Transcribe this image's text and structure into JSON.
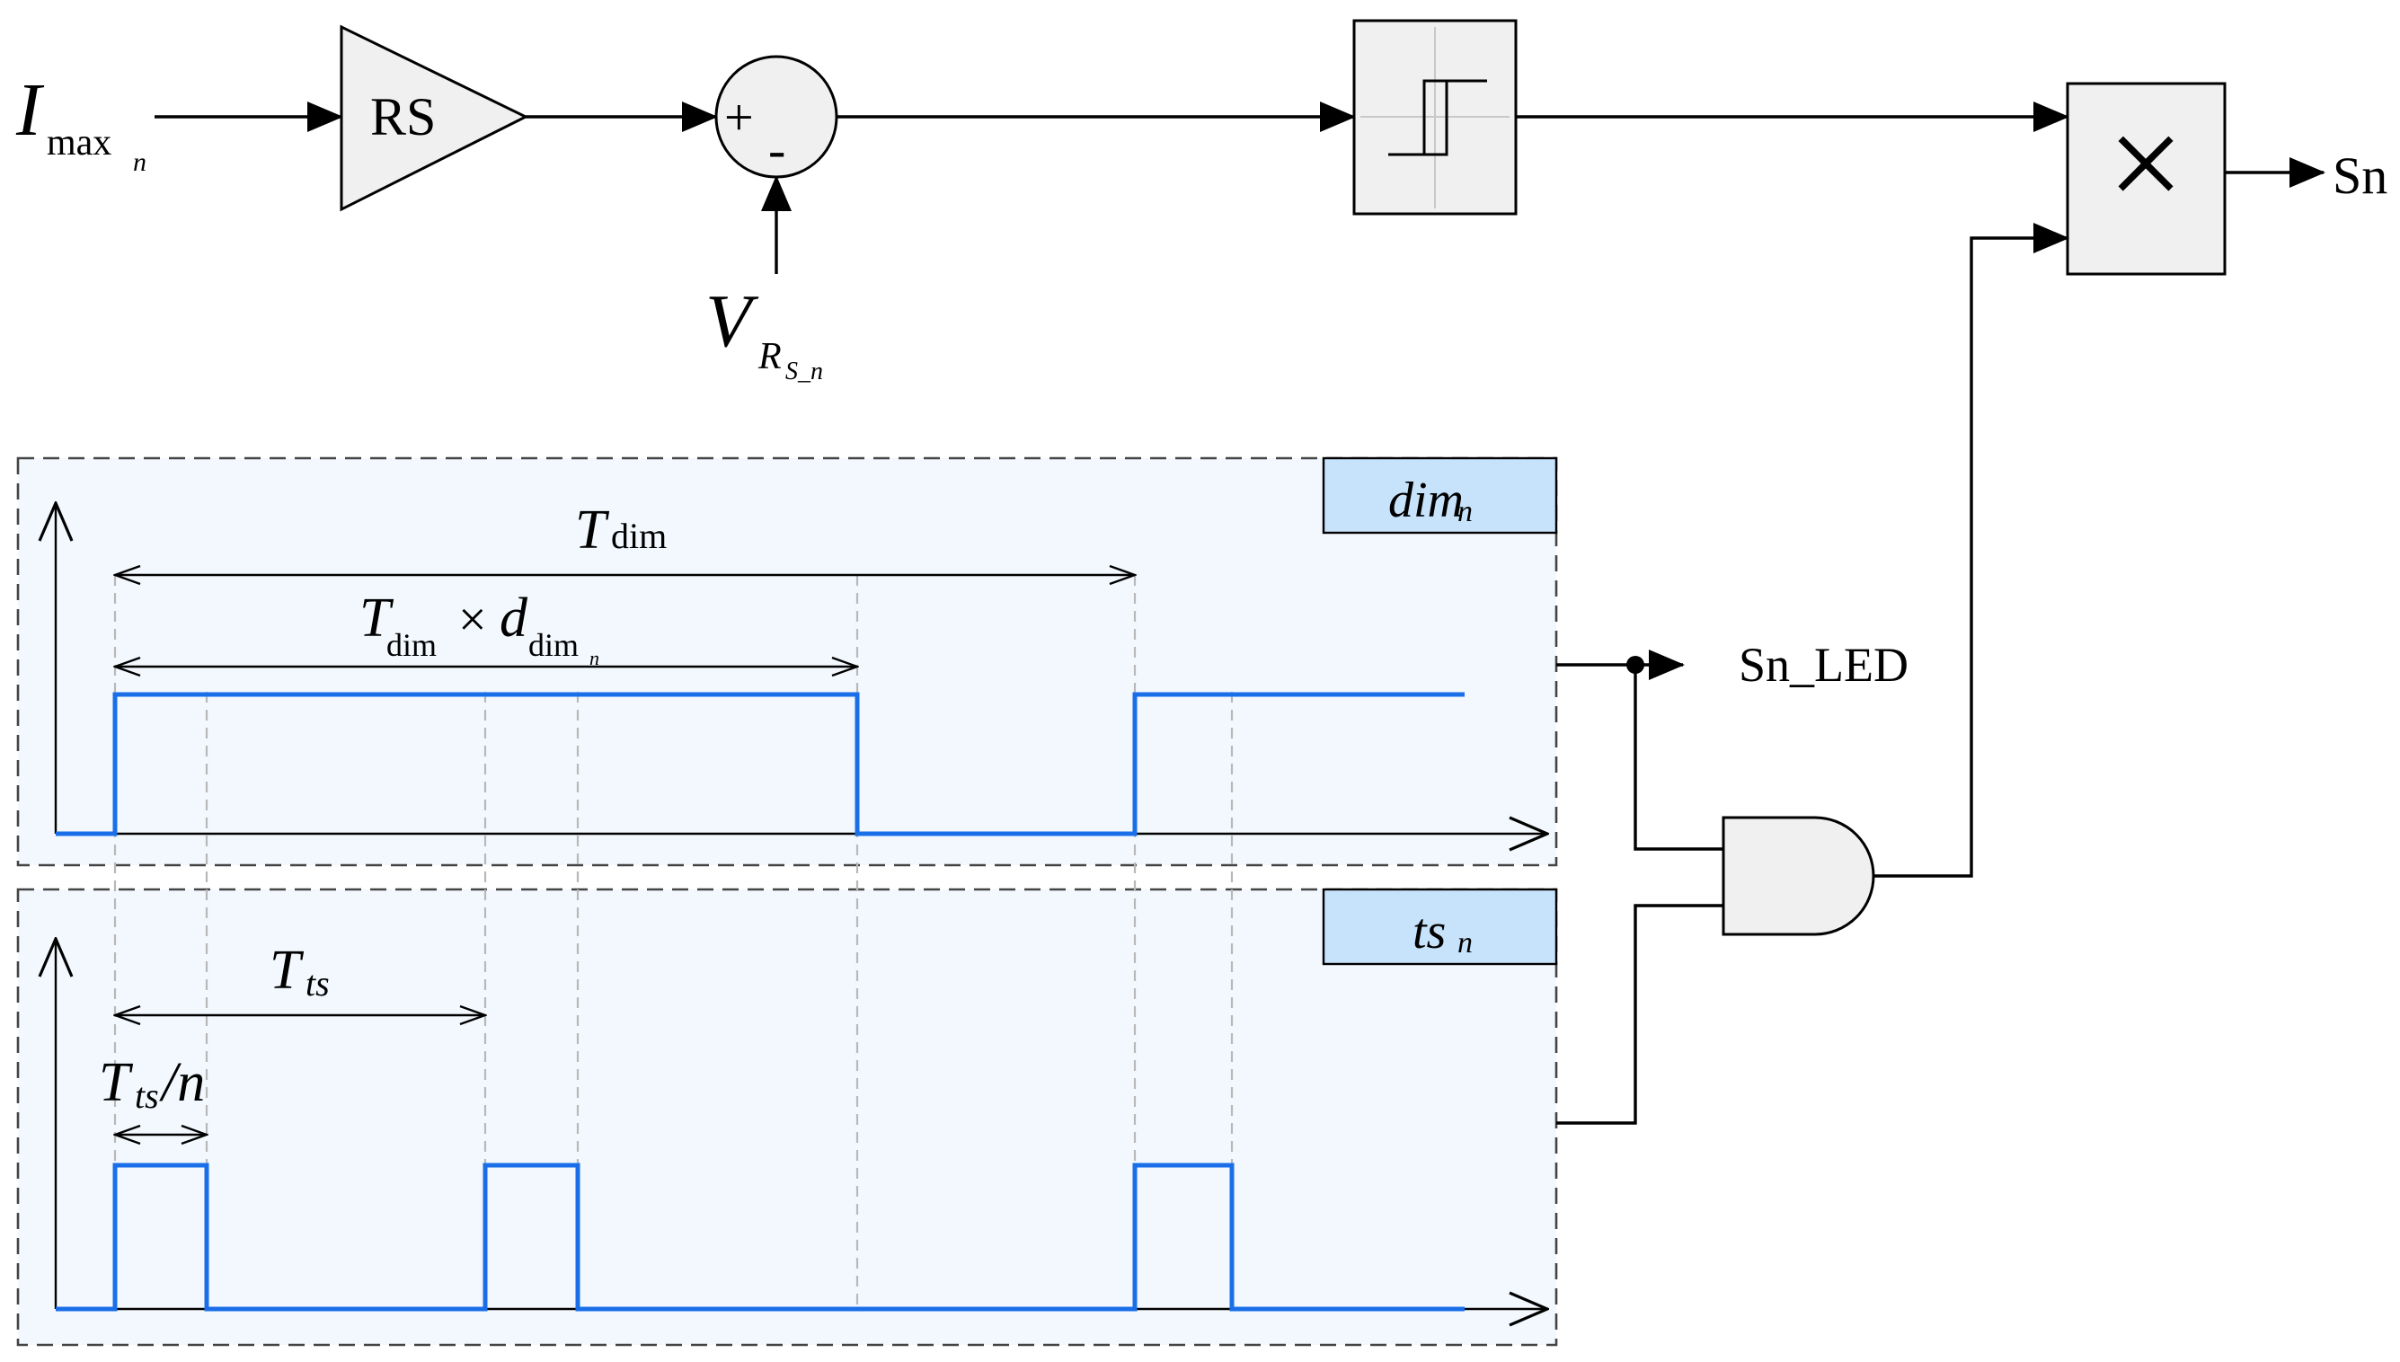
{
  "blocks": {
    "gain_label": "RS",
    "sum_plus": "+",
    "sum_minus": "-",
    "multiplier_symbol": "×"
  },
  "signals": {
    "input_main": "I",
    "input_sub": "max",
    "input_subsub": "n",
    "ref_main": "V",
    "ref_sub": "R",
    "ref_subsub": "S_n",
    "output": "Sn",
    "led_output": "Sn_LED"
  },
  "panels": {
    "dim_tag_main": "dim",
    "dim_tag_sub": "n",
    "ts_tag_main": "ts",
    "ts_tag_sub": "n"
  },
  "annotations": {
    "tdim_T": "T",
    "tdim_sub": "dim",
    "tdimd_T": "T",
    "tdimd_sub": "dim",
    "tdimd_times": "×",
    "tdimd_d": "d",
    "tdimd_dsub": "dim",
    "tdimd_dsubsub": "n",
    "tts_T": "T",
    "tts_sub": "ts",
    "ttsn_T": "T",
    "ttsn_sub": "ts",
    "ttsn_div": "/n"
  },
  "waveforms": {
    "dim_duty_fraction": 0.73,
    "ts_duty_fraction": 0.25,
    "ts_n": 4
  }
}
